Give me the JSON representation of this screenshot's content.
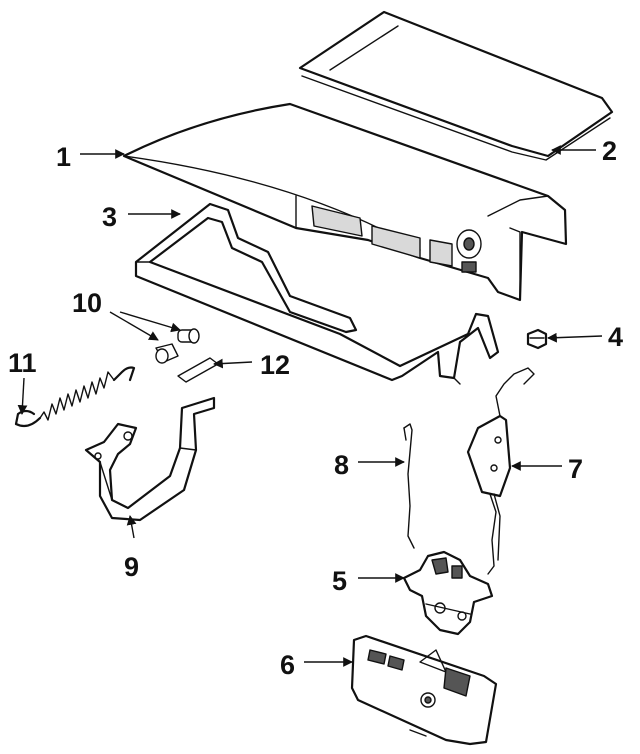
{
  "diagram": {
    "callouts": [
      {
        "id": "c1",
        "number": "1"
      },
      {
        "id": "c2",
        "number": "2"
      },
      {
        "id": "c3",
        "number": "3"
      },
      {
        "id": "c4",
        "number": "4"
      },
      {
        "id": "c5",
        "number": "5"
      },
      {
        "id": "c6",
        "number": "6"
      },
      {
        "id": "c7",
        "number": "7"
      },
      {
        "id": "c8",
        "number": "8"
      },
      {
        "id": "c9",
        "number": "9"
      },
      {
        "id": "c10",
        "number": "10"
      },
      {
        "id": "c11",
        "number": "11"
      },
      {
        "id": "c12",
        "number": "12"
      }
    ]
  }
}
